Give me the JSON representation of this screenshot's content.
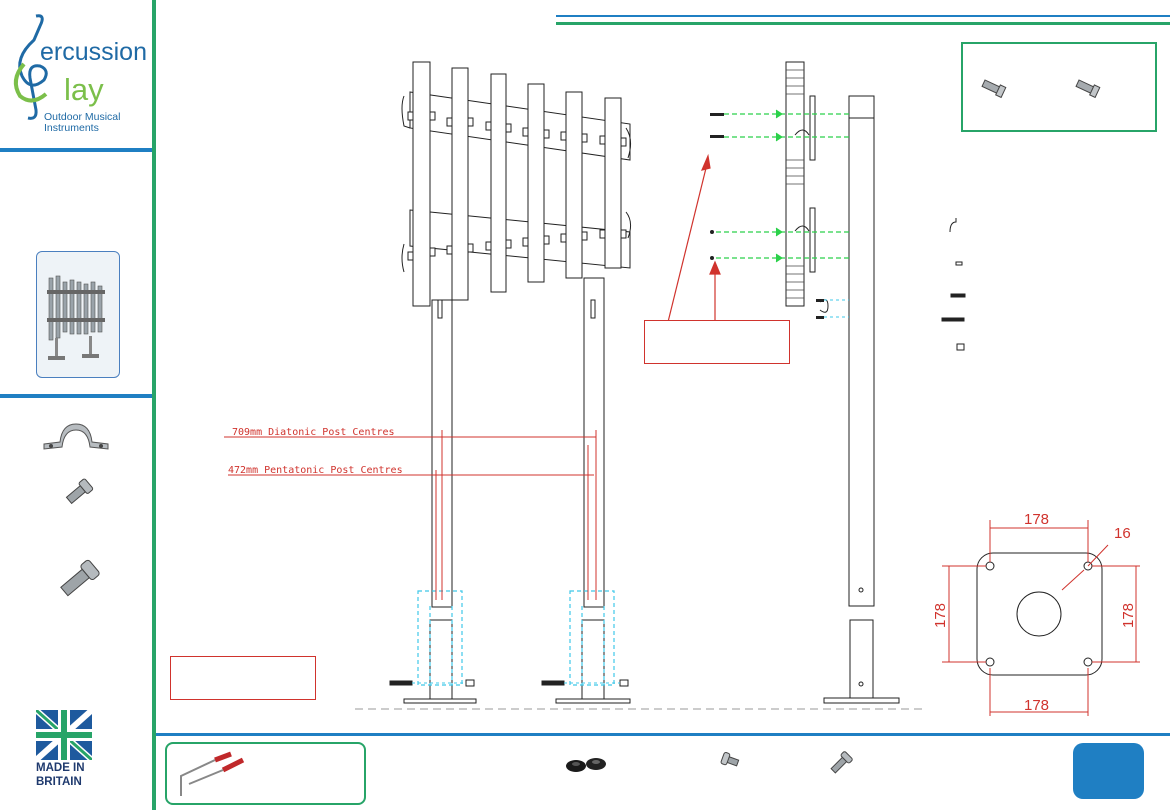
{
  "brand": {
    "name_part1": "ercussion",
    "name_part2": "lay",
    "tagline": "Outdoor Musical Instruments"
  },
  "badge": {
    "line1": "MADE IN",
    "line2": "BRITAIN"
  },
  "dimensions": {
    "diatonic": "709mm Diatonic Post Centres",
    "pentatonic": "472mm Pentatonic Post Centres",
    "plate_top": "178",
    "plate_bottom": "178",
    "plate_left": "178",
    "plate_right": "178",
    "hole": "16"
  },
  "page": {
    "number": ""
  },
  "colors": {
    "green": "#27a468",
    "blue": "#1f7fc3",
    "red": "#d0332d",
    "cyan": "#3fc8e8",
    "dashgreen": "#2bd14a"
  }
}
